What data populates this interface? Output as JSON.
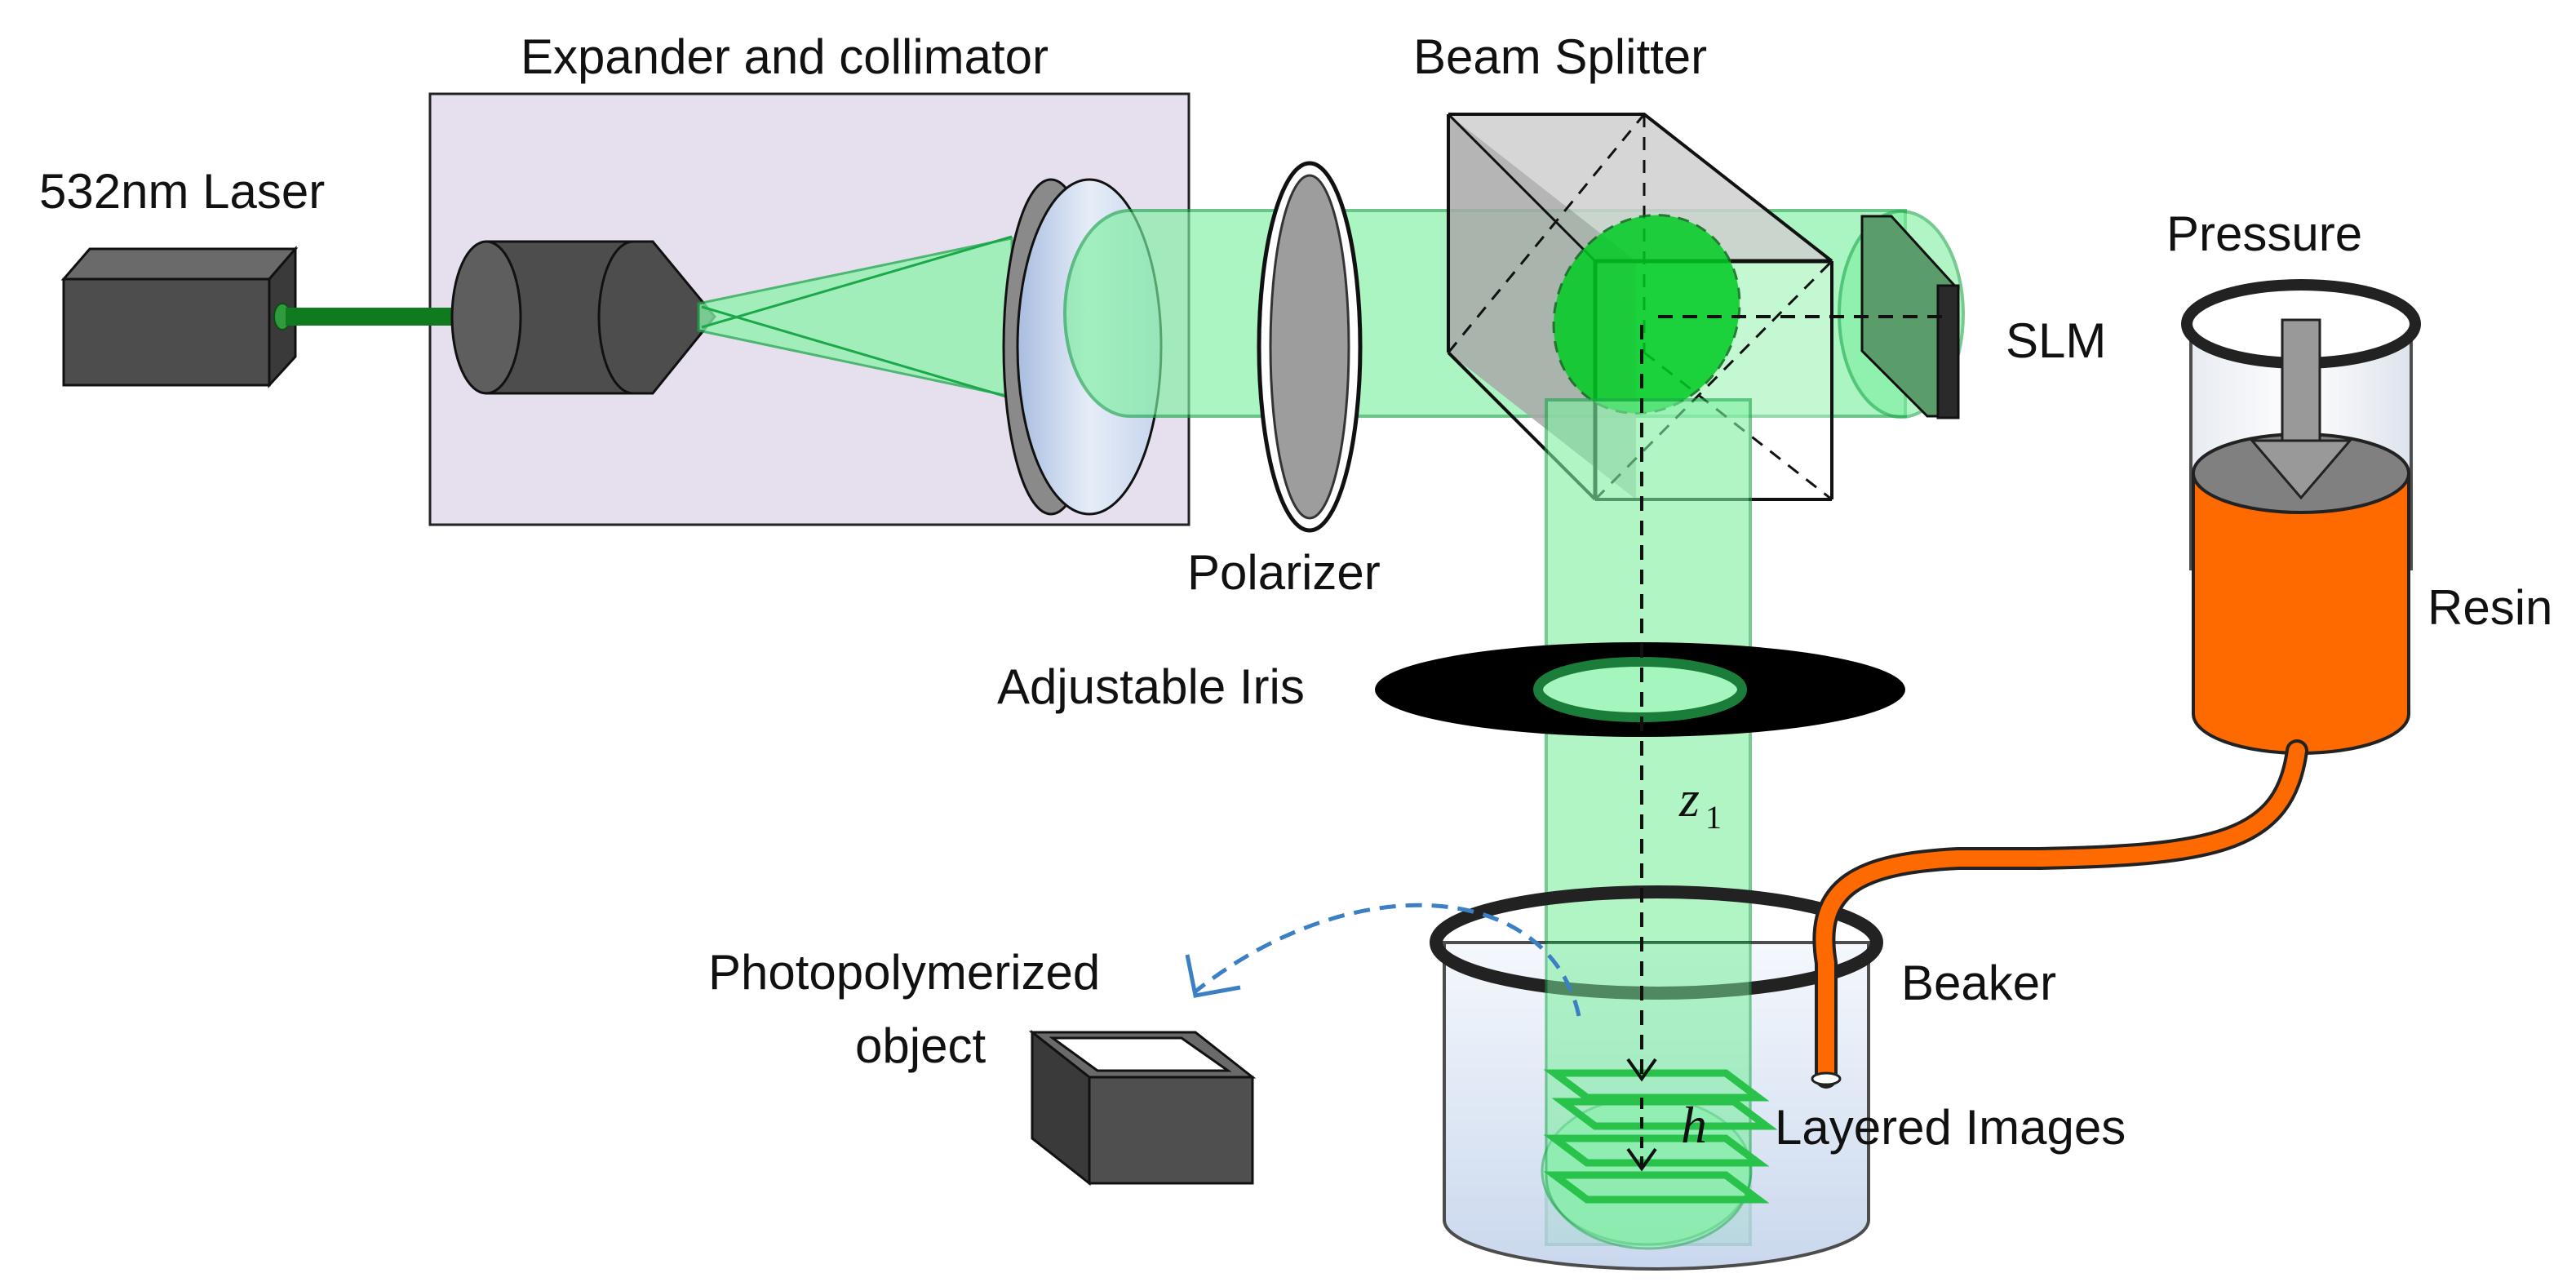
{
  "labels": {
    "laser": "532nm Laser",
    "expander": "Expander and collimator",
    "beam_splitter": "Beam Splitter",
    "polarizer": "Polarizer",
    "slm": "SLM",
    "pressure": "Pressure",
    "resin": "Resin",
    "iris": "Adjustable Iris",
    "photopolymerized_line1": "Photopolymerized",
    "photopolymerized_line2": "object",
    "beaker": "Beaker",
    "layered_images": "Layered Images",
    "z_symbol": "z",
    "z_subscript": "1",
    "h_symbol": "h"
  },
  "colors": {
    "beam_fill": "#7ef0a0",
    "beam_stroke": "#1aa84a",
    "laser_green": "#107a1e",
    "expander_bg": "#e6e0ee",
    "dark_gray": "#4d4d4d",
    "resin_orange": "#ff6a00",
    "bright_green": "#00cc22",
    "dashed_arrow": "#3b7fc4"
  }
}
